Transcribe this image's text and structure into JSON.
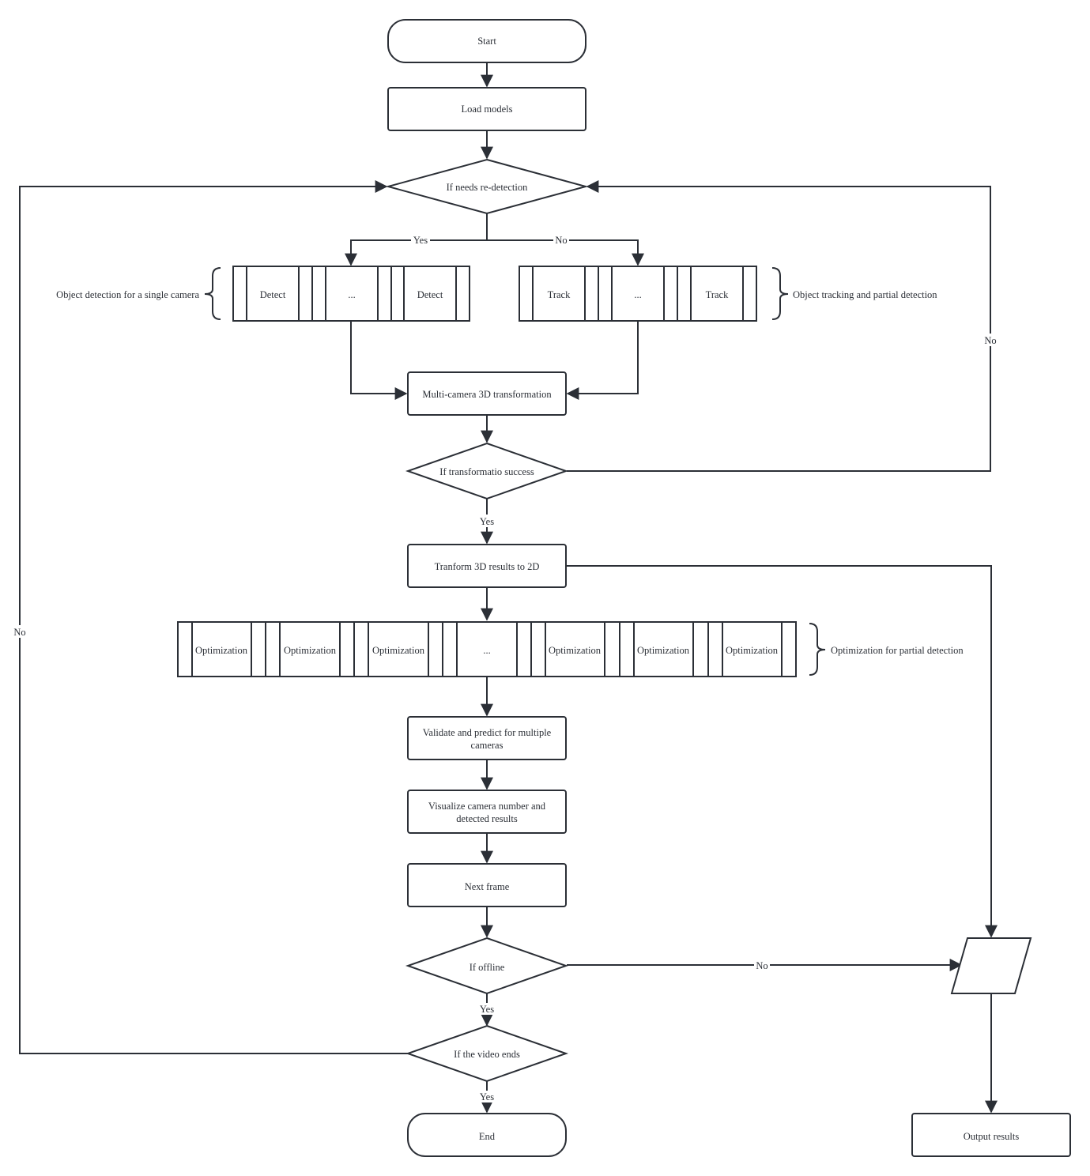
{
  "nodes": {
    "start": "Start",
    "load_models": "Load models",
    "needs_redetection": "If needs re-detection",
    "detect_1": "Detect",
    "detect_dots": "...",
    "detect_2": "Detect",
    "track_1": "Track",
    "track_dots": "...",
    "track_2": "Track",
    "multi_camera_3d": "Multi-camera 3D transformation",
    "transform_success": "If transformatio success",
    "transform_3d_to_2d": "Tranform 3D results to 2D",
    "opt_1": "Optimization",
    "opt_2": "Optimization",
    "opt_3": "Optimization",
    "opt_dots": "...",
    "opt_4": "Optimization",
    "opt_5": "Optimization",
    "opt_6": "Optimization",
    "validate_line1": "Validate and predict for multiple",
    "validate_line2": "cameras",
    "visualize_line1": "Visualize camera number and",
    "visualize_line2": "detected results",
    "next_frame": "Next frame",
    "if_offline": "If offline",
    "if_video_ends": "If the video ends",
    "end": "End",
    "output_results": "Output results"
  },
  "annotations": {
    "detection_group": "Object detection for a single camera",
    "tracking_group": "Object tracking and partial detection",
    "optimization_group": "Optimization for partial detection"
  },
  "edge_labels": {
    "redetect_yes": "Yes",
    "redetect_no": "No",
    "transform_fail_no": "No",
    "transform_success_yes": "Yes",
    "offline_yes": "Yes",
    "offline_no": "No",
    "video_not_end_no": "No",
    "video_end_yes": "Yes"
  }
}
